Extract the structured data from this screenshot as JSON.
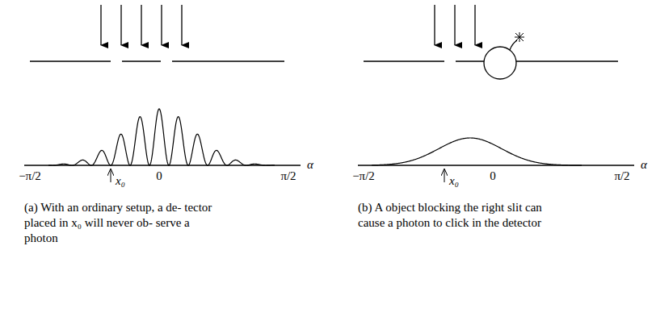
{
  "diagram": {
    "labels": [
      "−π/2",
      "0",
      "π/2",
      "α",
      "x₀",
      "(a) With an ordinary setup, a de- tector placed in x₀ will never ob- serve a photon",
      "−π/2",
      "0",
      "π/2",
      "α",
      "x₀",
      "(b) A object blocking the right slit can cause a photon to click in the detector"
    ]
  }
}
